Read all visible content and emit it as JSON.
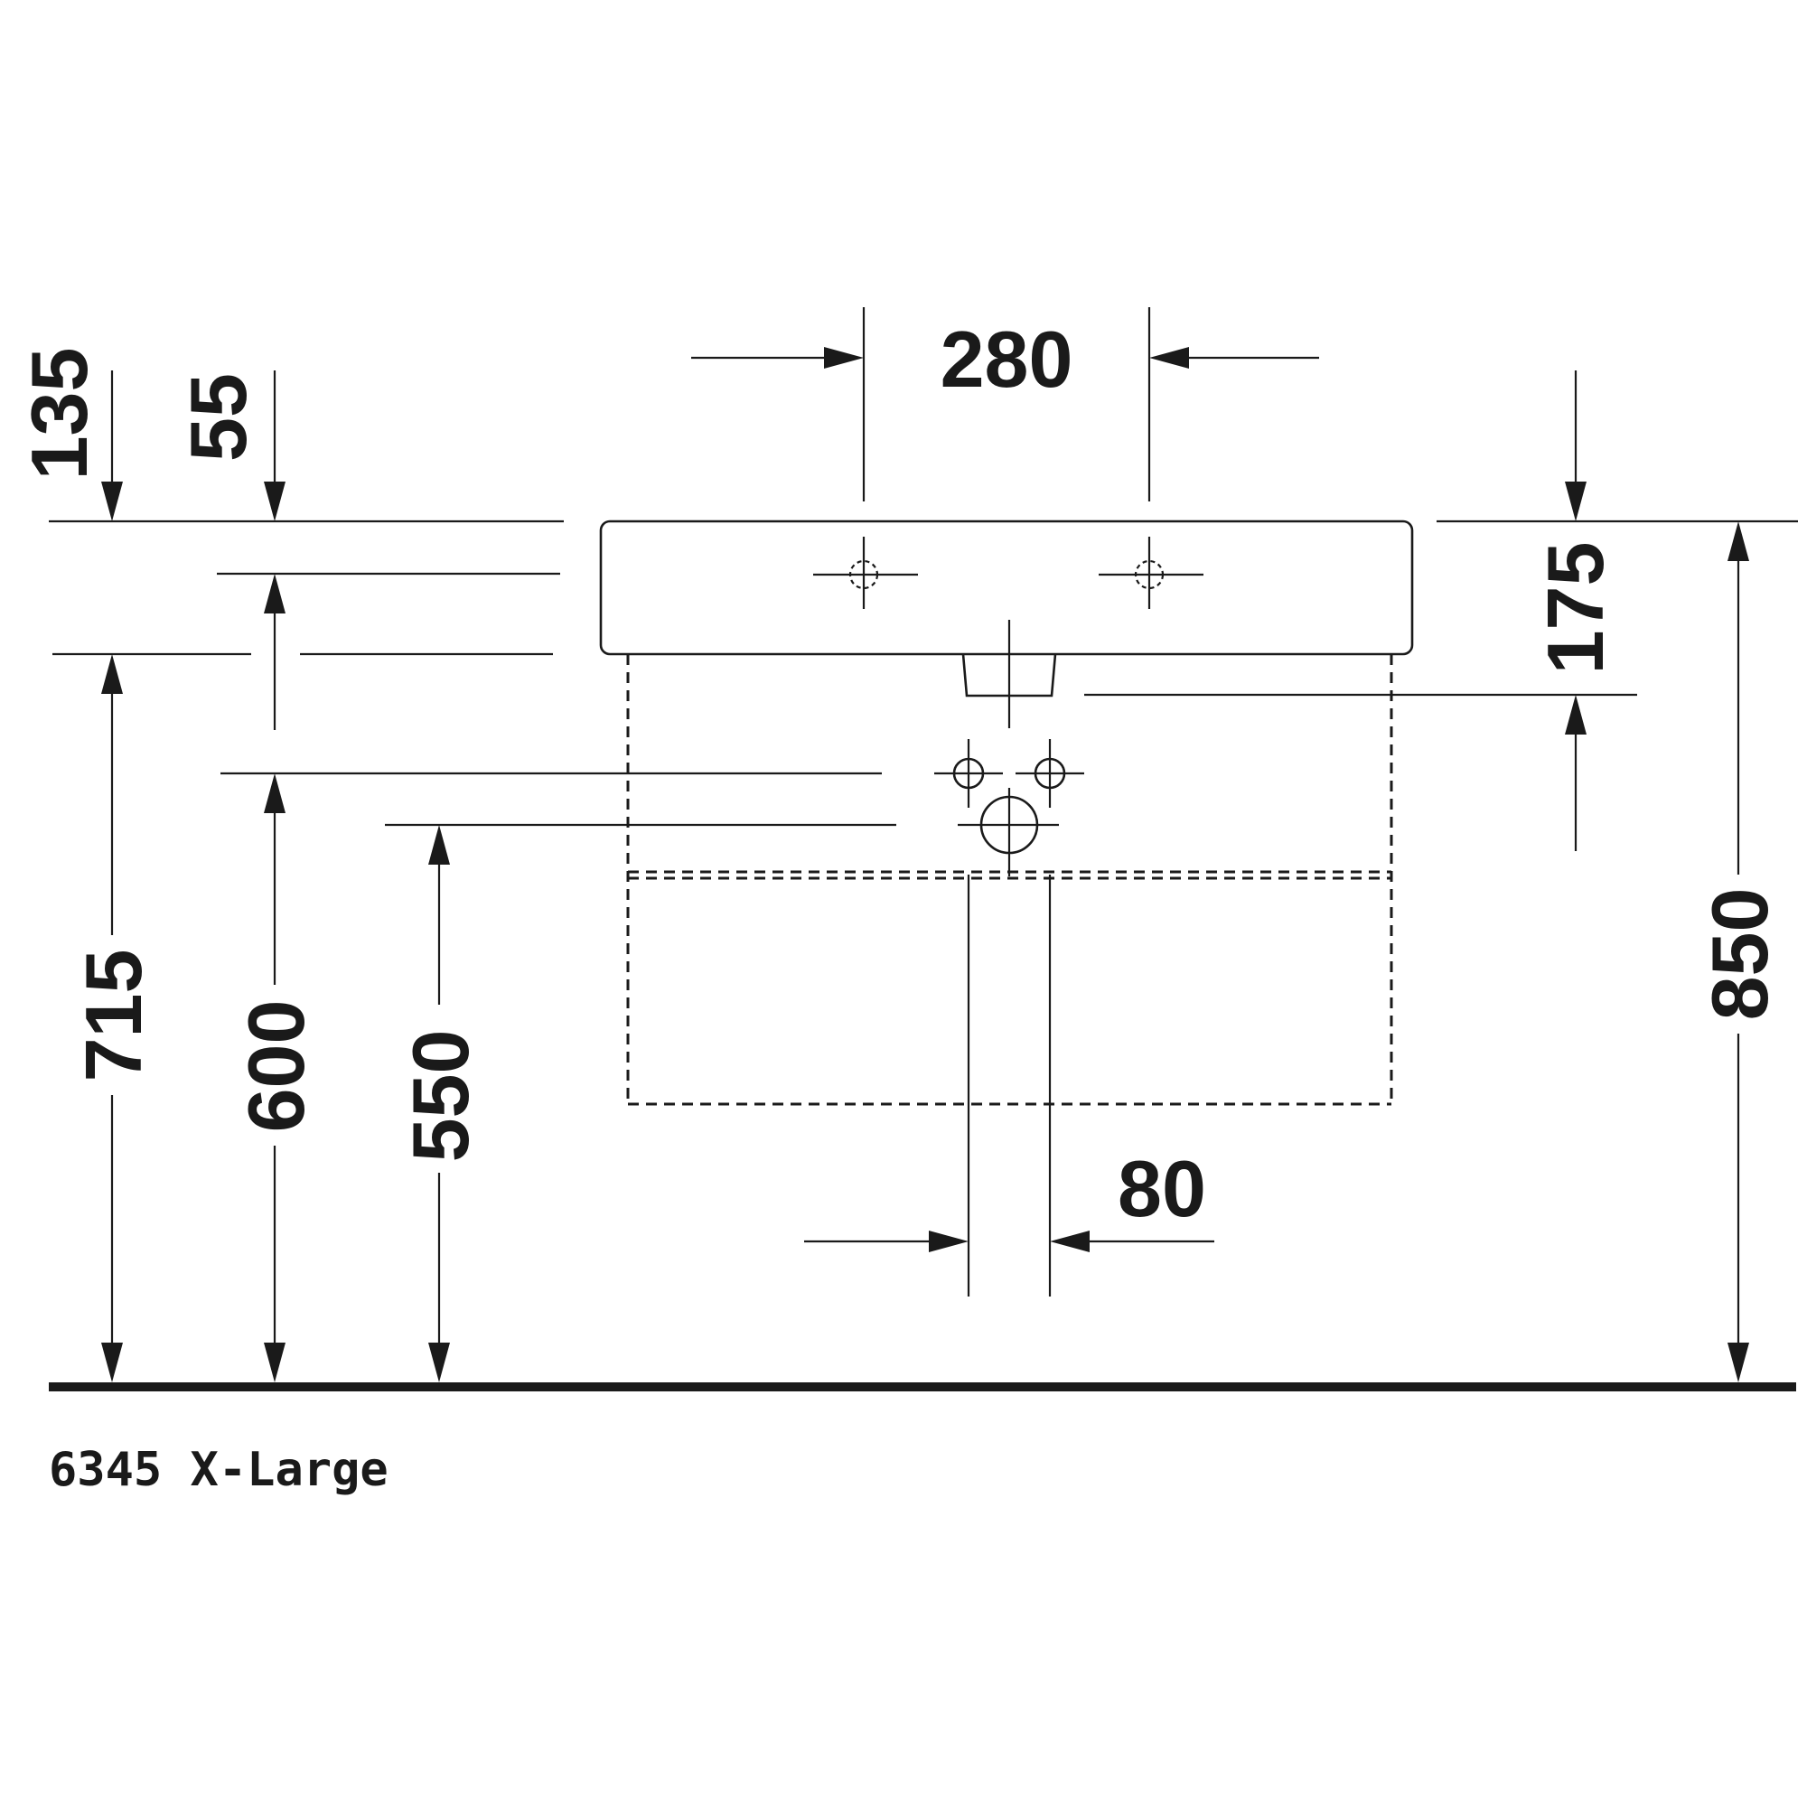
{
  "dimensions": {
    "d280": "280",
    "d135": "135",
    "d55": "55",
    "d175": "175",
    "d715": "715",
    "d600": "600",
    "d550": "550",
    "d850": "850",
    "d80": "80"
  },
  "caption": "6345 X-Large"
}
